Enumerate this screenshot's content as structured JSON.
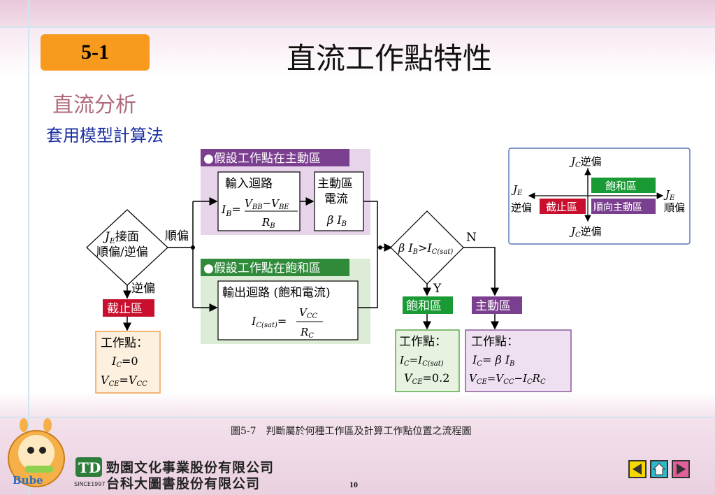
{
  "slide": {
    "badge": "5-1",
    "title": "直流工作點特性",
    "subtitle": "直流分析",
    "method": "套用模型計算法",
    "caption": "圖5-7　判斷屬於何種工作區及計算工作點位置之流程圖",
    "page_number": "10",
    "publisher_line1": "勁園文化事業股份有限公司",
    "publisher_line2": "台科大圖書股份有限公司",
    "since": "SINCE1997",
    "mascot_label": "Bube"
  },
  "flow": {
    "active_header": "●假設工作點在主動區",
    "sat_header": "●假設工作點在飽和區",
    "input_loop_title": "輸入迴路",
    "input_loop_eq_lhs": "I",
    "input_loop_eq_sub": "B",
    "input_loop_num": "V",
    "input_loop_den": "R",
    "active_current_l1": "主動區",
    "active_current_l2": "電流",
    "active_current_l3": "β I",
    "output_loop_title": "輸出迴路 (飽和電流)",
    "output_loop_eq": "IC(sat)=VCC/RC",
    "diamond1_l1": "J",
    "diamond1_l1b": "接面",
    "diamond1_l2": "順偏/逆偏",
    "forward_label": "順偏",
    "reverse_label": "逆偏",
    "diamond2": "β IB>IC(sat)",
    "no_label": "N",
    "yes_label": "Y",
    "cutoff_label": "截止區",
    "saturation_label": "飽和區",
    "active_label": "主動區",
    "cutoff_box_title": "工作點：",
    "cutoff_box_l1": "IC=0",
    "cutoff_box_l2": "VCE=VCC",
    "sat_box_title": "工作點：",
    "sat_box_l1": "IC=IC(sat)",
    "sat_box_l2": "VCE=0.2",
    "active_box_title": "工作點：",
    "active_box_l1": "IC= β IB",
    "active_box_l2": "VCE=VCC−ICRC"
  },
  "quadrant": {
    "top": "JC逆偏",
    "bottom": "JC逆偏",
    "left_top": "JE",
    "left_bottom": "逆偏",
    "right_top": "JE",
    "right_bottom": "順偏",
    "q_saturation": "飽和區",
    "q_cutoff": "截止區",
    "q_active": "順向主動區"
  },
  "colors": {
    "badge": "#f79a1e",
    "header_purple": "#7b3f8f",
    "header_green": "#2f8a3a",
    "cutoff_red": "#c8102e",
    "sat_green": "#1a9a35",
    "active_purple": "#7b3f8f",
    "panel_purple": "#e7d4ea",
    "panel_green": "#dcecd6"
  }
}
